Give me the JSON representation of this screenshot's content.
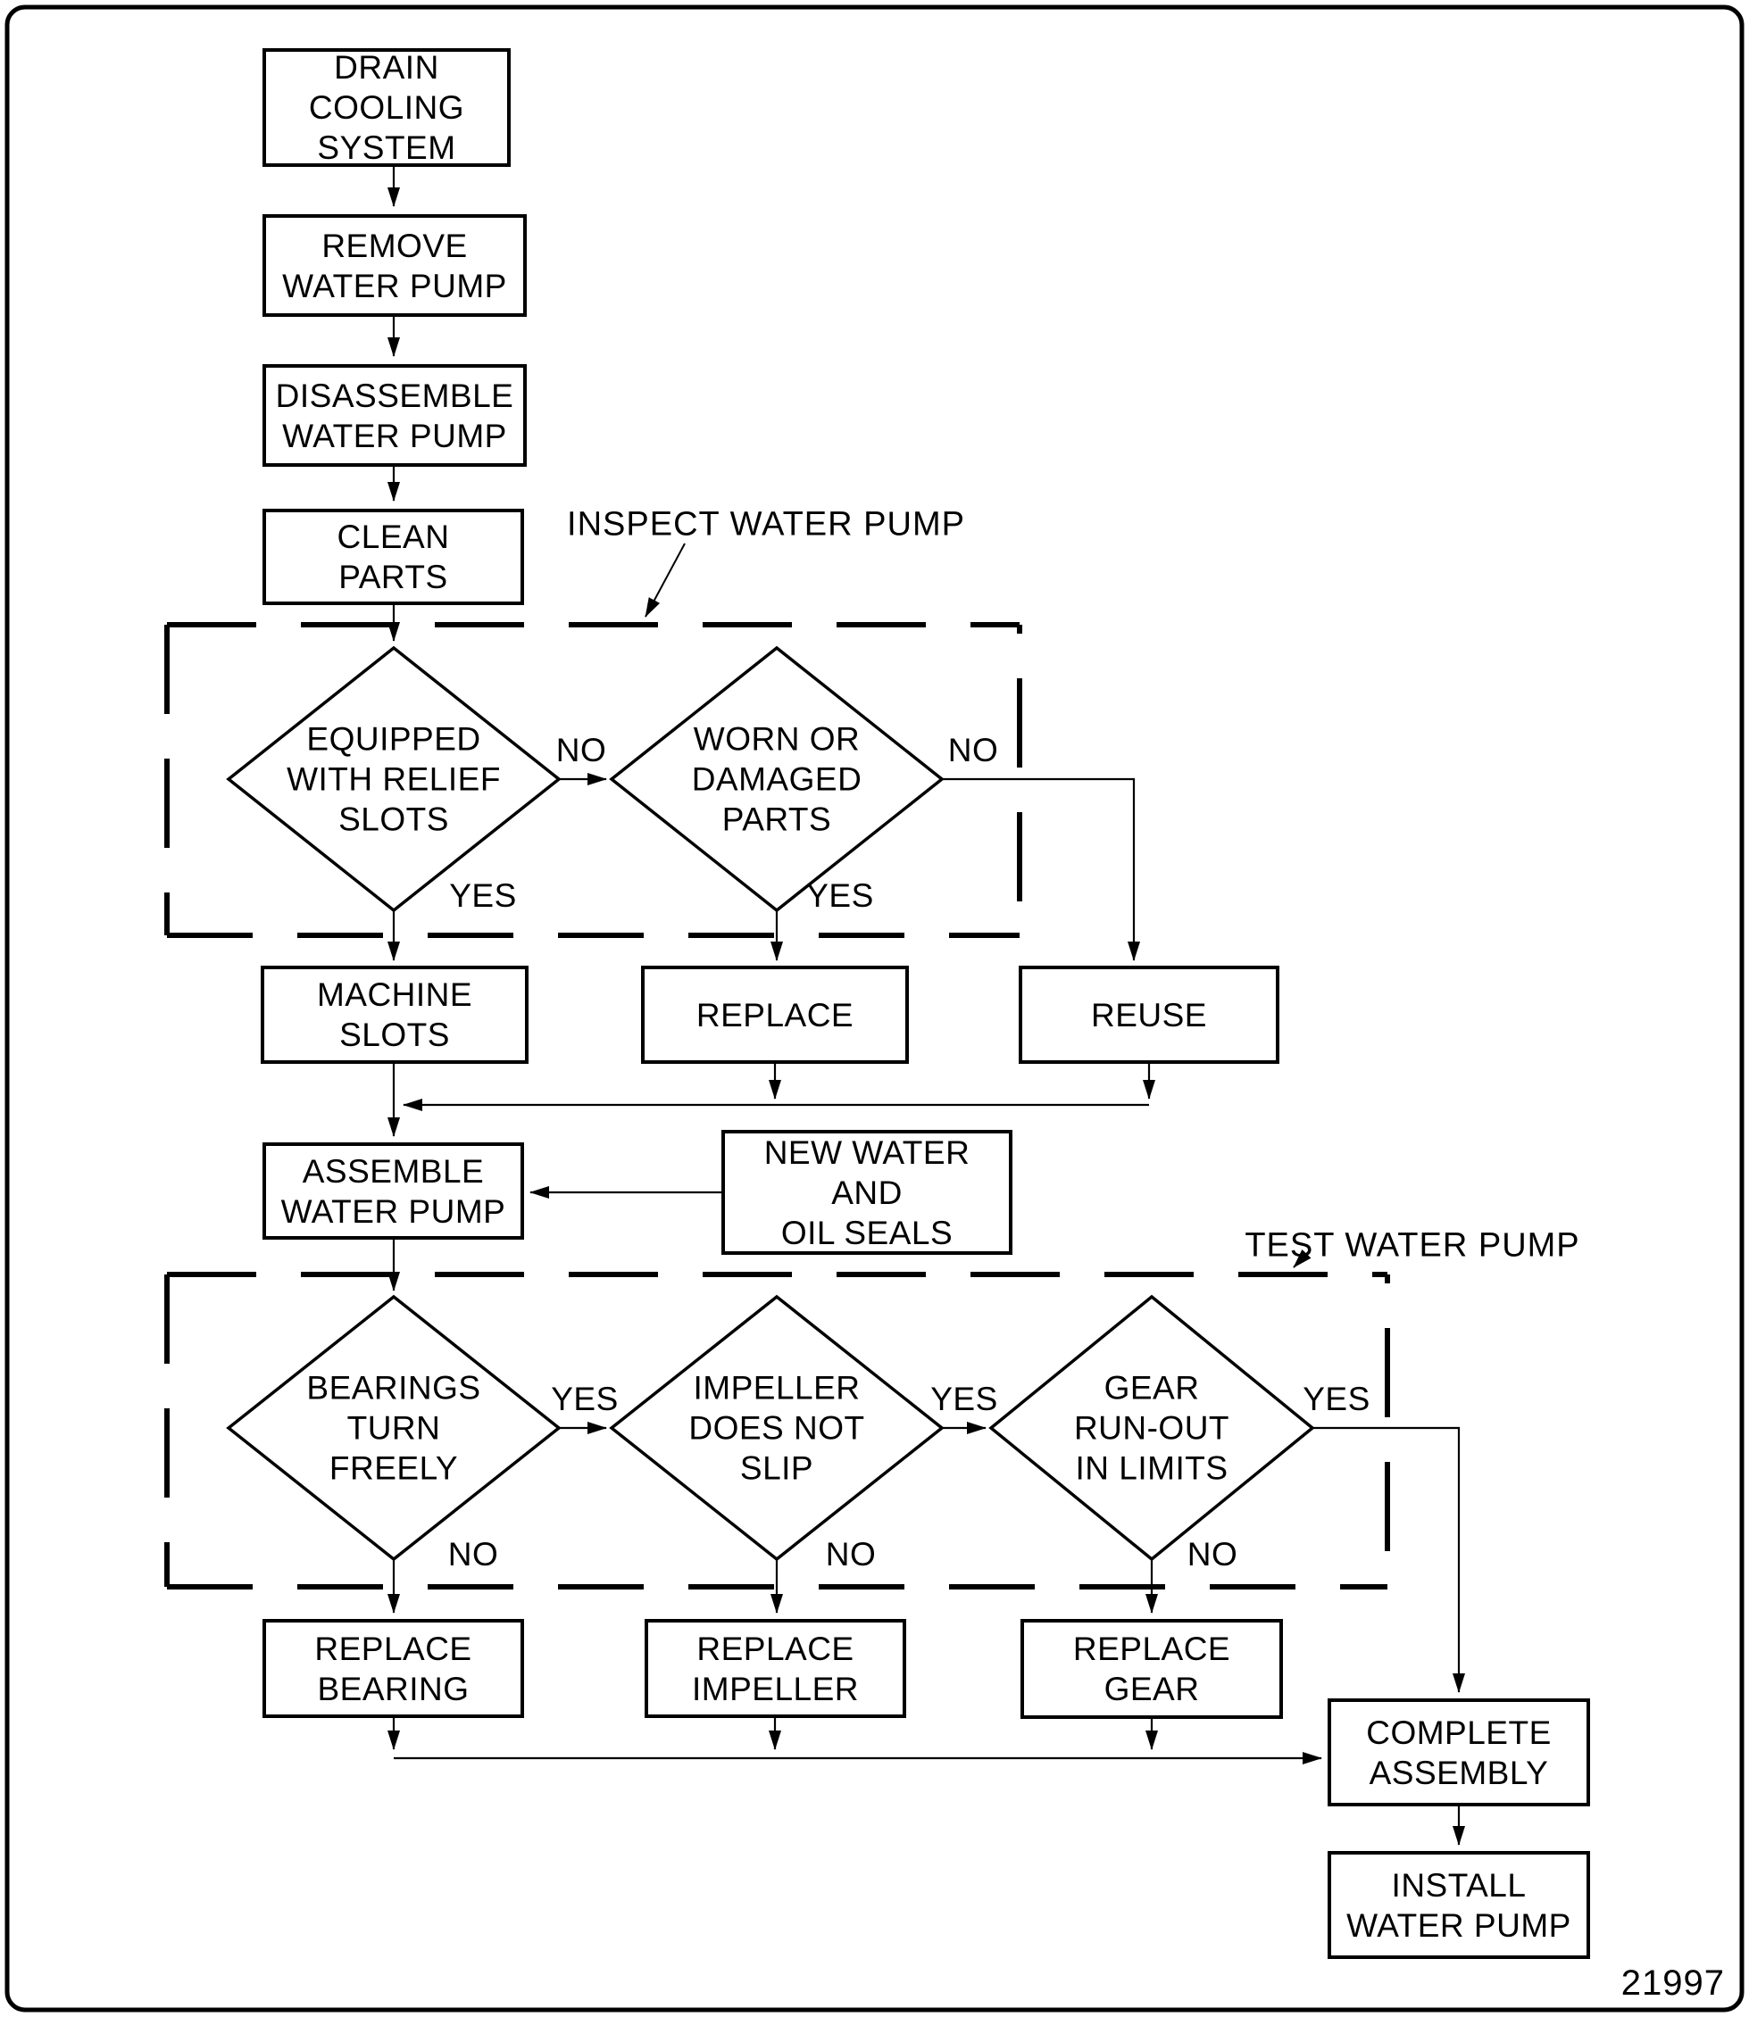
{
  "figure_number": "21997",
  "colors": {
    "ink": "#000000",
    "paper": "#ffffff"
  },
  "group_labels": {
    "inspect": "INSPECT WATER PUMP",
    "test": "TEST WATER PUMP"
  },
  "process_steps": {
    "drain_cooling_system": "DRAIN\nCOOLING\nSYSTEM",
    "remove_water_pump": "REMOVE\nWATER PUMP",
    "disassemble_water_pump": "DISASSEMBLE\nWATER PUMP",
    "clean_parts": "CLEAN\nPARTS",
    "machine_slots": "MACHINE\nSLOTS",
    "replace": "REPLACE",
    "reuse": "REUSE",
    "assemble_water_pump": "ASSEMBLE\nWATER PUMP",
    "new_water_and_oil_seals": "NEW WATER\nAND\nOIL SEALS",
    "replace_bearing": "REPLACE\nBEARING",
    "replace_impeller": "REPLACE\nIMPELLER",
    "replace_gear": "REPLACE\nGEAR",
    "complete_assembly": "COMPLETE\nASSEMBLY",
    "install_water_pump": "INSTALL\nWATER PUMP"
  },
  "decisions": {
    "equipped_with_relief_slots": {
      "label": "EQUIPPED\nWITH RELIEF\nSLOTS",
      "no": "NO",
      "yes": "YES"
    },
    "worn_or_damaged_parts": {
      "label": "WORN OR\nDAMAGED\nPARTS",
      "no": "NO",
      "yes": "YES"
    },
    "bearings_turn_freely": {
      "label": "BEARINGS\nTURN\nFREELY",
      "yes": "YES",
      "no": "NO"
    },
    "impeller_does_not_slip": {
      "label": "IMPELLER\nDOES NOT\nSLIP",
      "yes": "YES",
      "no": "NO"
    },
    "gear_run_out_in_limits": {
      "label": "GEAR\nRUN-OUT\nIN LIMITS",
      "yes": "YES",
      "no": "NO"
    }
  }
}
